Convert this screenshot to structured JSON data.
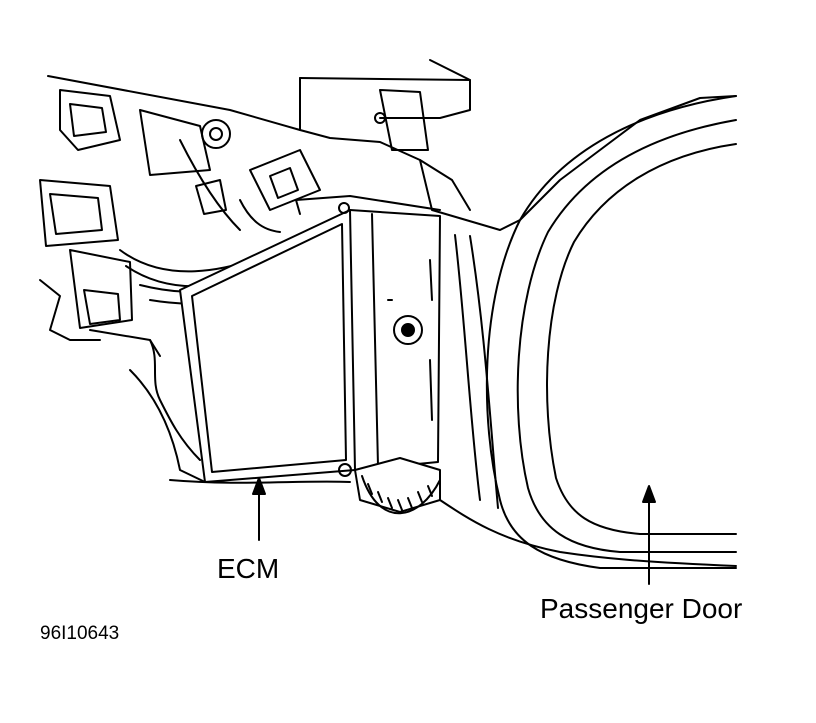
{
  "labels": {
    "ecm": "ECM",
    "passenger_door": "Passenger Door",
    "figure_code": "96I10643"
  },
  "colors": {
    "line": "#000000",
    "background": "#ffffff"
  }
}
